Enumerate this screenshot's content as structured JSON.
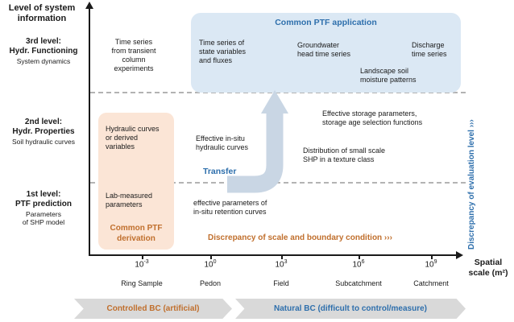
{
  "figure": {
    "y_axis_title": "Level of system\ninformation",
    "levels": {
      "l3_title": "3rd level:\nHydr. Functioning",
      "l3_sub": "System dynamics",
      "l2_title": "2nd level:\nHydr. Properties",
      "l2_sub": "Soil hydraulic curves",
      "l1_title": "1st level:\nPTF prediction",
      "l1_sub": "Parameters\nof SHP model"
    },
    "application_box": {
      "title": "Common PTF application",
      "state_variables": "Time series of\nstate variables\nand fluxes",
      "groundwater": "Groundwater\nhead time series",
      "discharge": "Discharge\ntime series",
      "landscape": "Landscape soil\nmoisture patterns"
    },
    "column_experiments": "Time series\nfrom transient\ncolumn\nexperiments",
    "derivation_box": {
      "hydraulic_curves": "Hydraulic curves\nor derived\nvariables",
      "lab_measured": "Lab-measured\nparameters",
      "title": "Common PTF\nderivation"
    },
    "annotations": {
      "effective_insitu": "Effective in-situ\nhydraulic curves",
      "transfer": "Transfer",
      "effective_params": "effective parameters of\nin-situ retention curves",
      "effective_storage": "Effective storage parameters,\nstorage age selection functions",
      "distribution_shp": "Distribution of small scale\nSHP in a texture class",
      "discrepancy_scale": "Discrepancy of scale and boundary condition  ›››",
      "discrepancy_evaluation": "Discrepancy of evaluation level  ›››"
    },
    "x_axis": {
      "title": "Spatial\nscale (m²)",
      "ticks": [
        {
          "base": "10",
          "exp": "-3",
          "label": "Ring Sample"
        },
        {
          "base": "10",
          "exp": "0",
          "label": "Pedon"
        },
        {
          "base": "10",
          "exp": "3",
          "label": "Field"
        },
        {
          "base": "10",
          "exp": "6",
          "label": "Subcatchment"
        },
        {
          "base": "10",
          "exp": "9",
          "label": "Catchment"
        }
      ]
    },
    "ribbons": {
      "left": "Controlled BC (artificial)",
      "right": "Natural BC (difficult to control/measure)"
    },
    "colors": {
      "application_fill": "#dbe8f4",
      "derivation_fill": "#fbe5d6",
      "blue_accent": "#2e6fac",
      "orange_accent": "#c06f2d",
      "arrow_fill": "#c9d6e4",
      "ribbon_fill": "#d9d9d9"
    }
  }
}
